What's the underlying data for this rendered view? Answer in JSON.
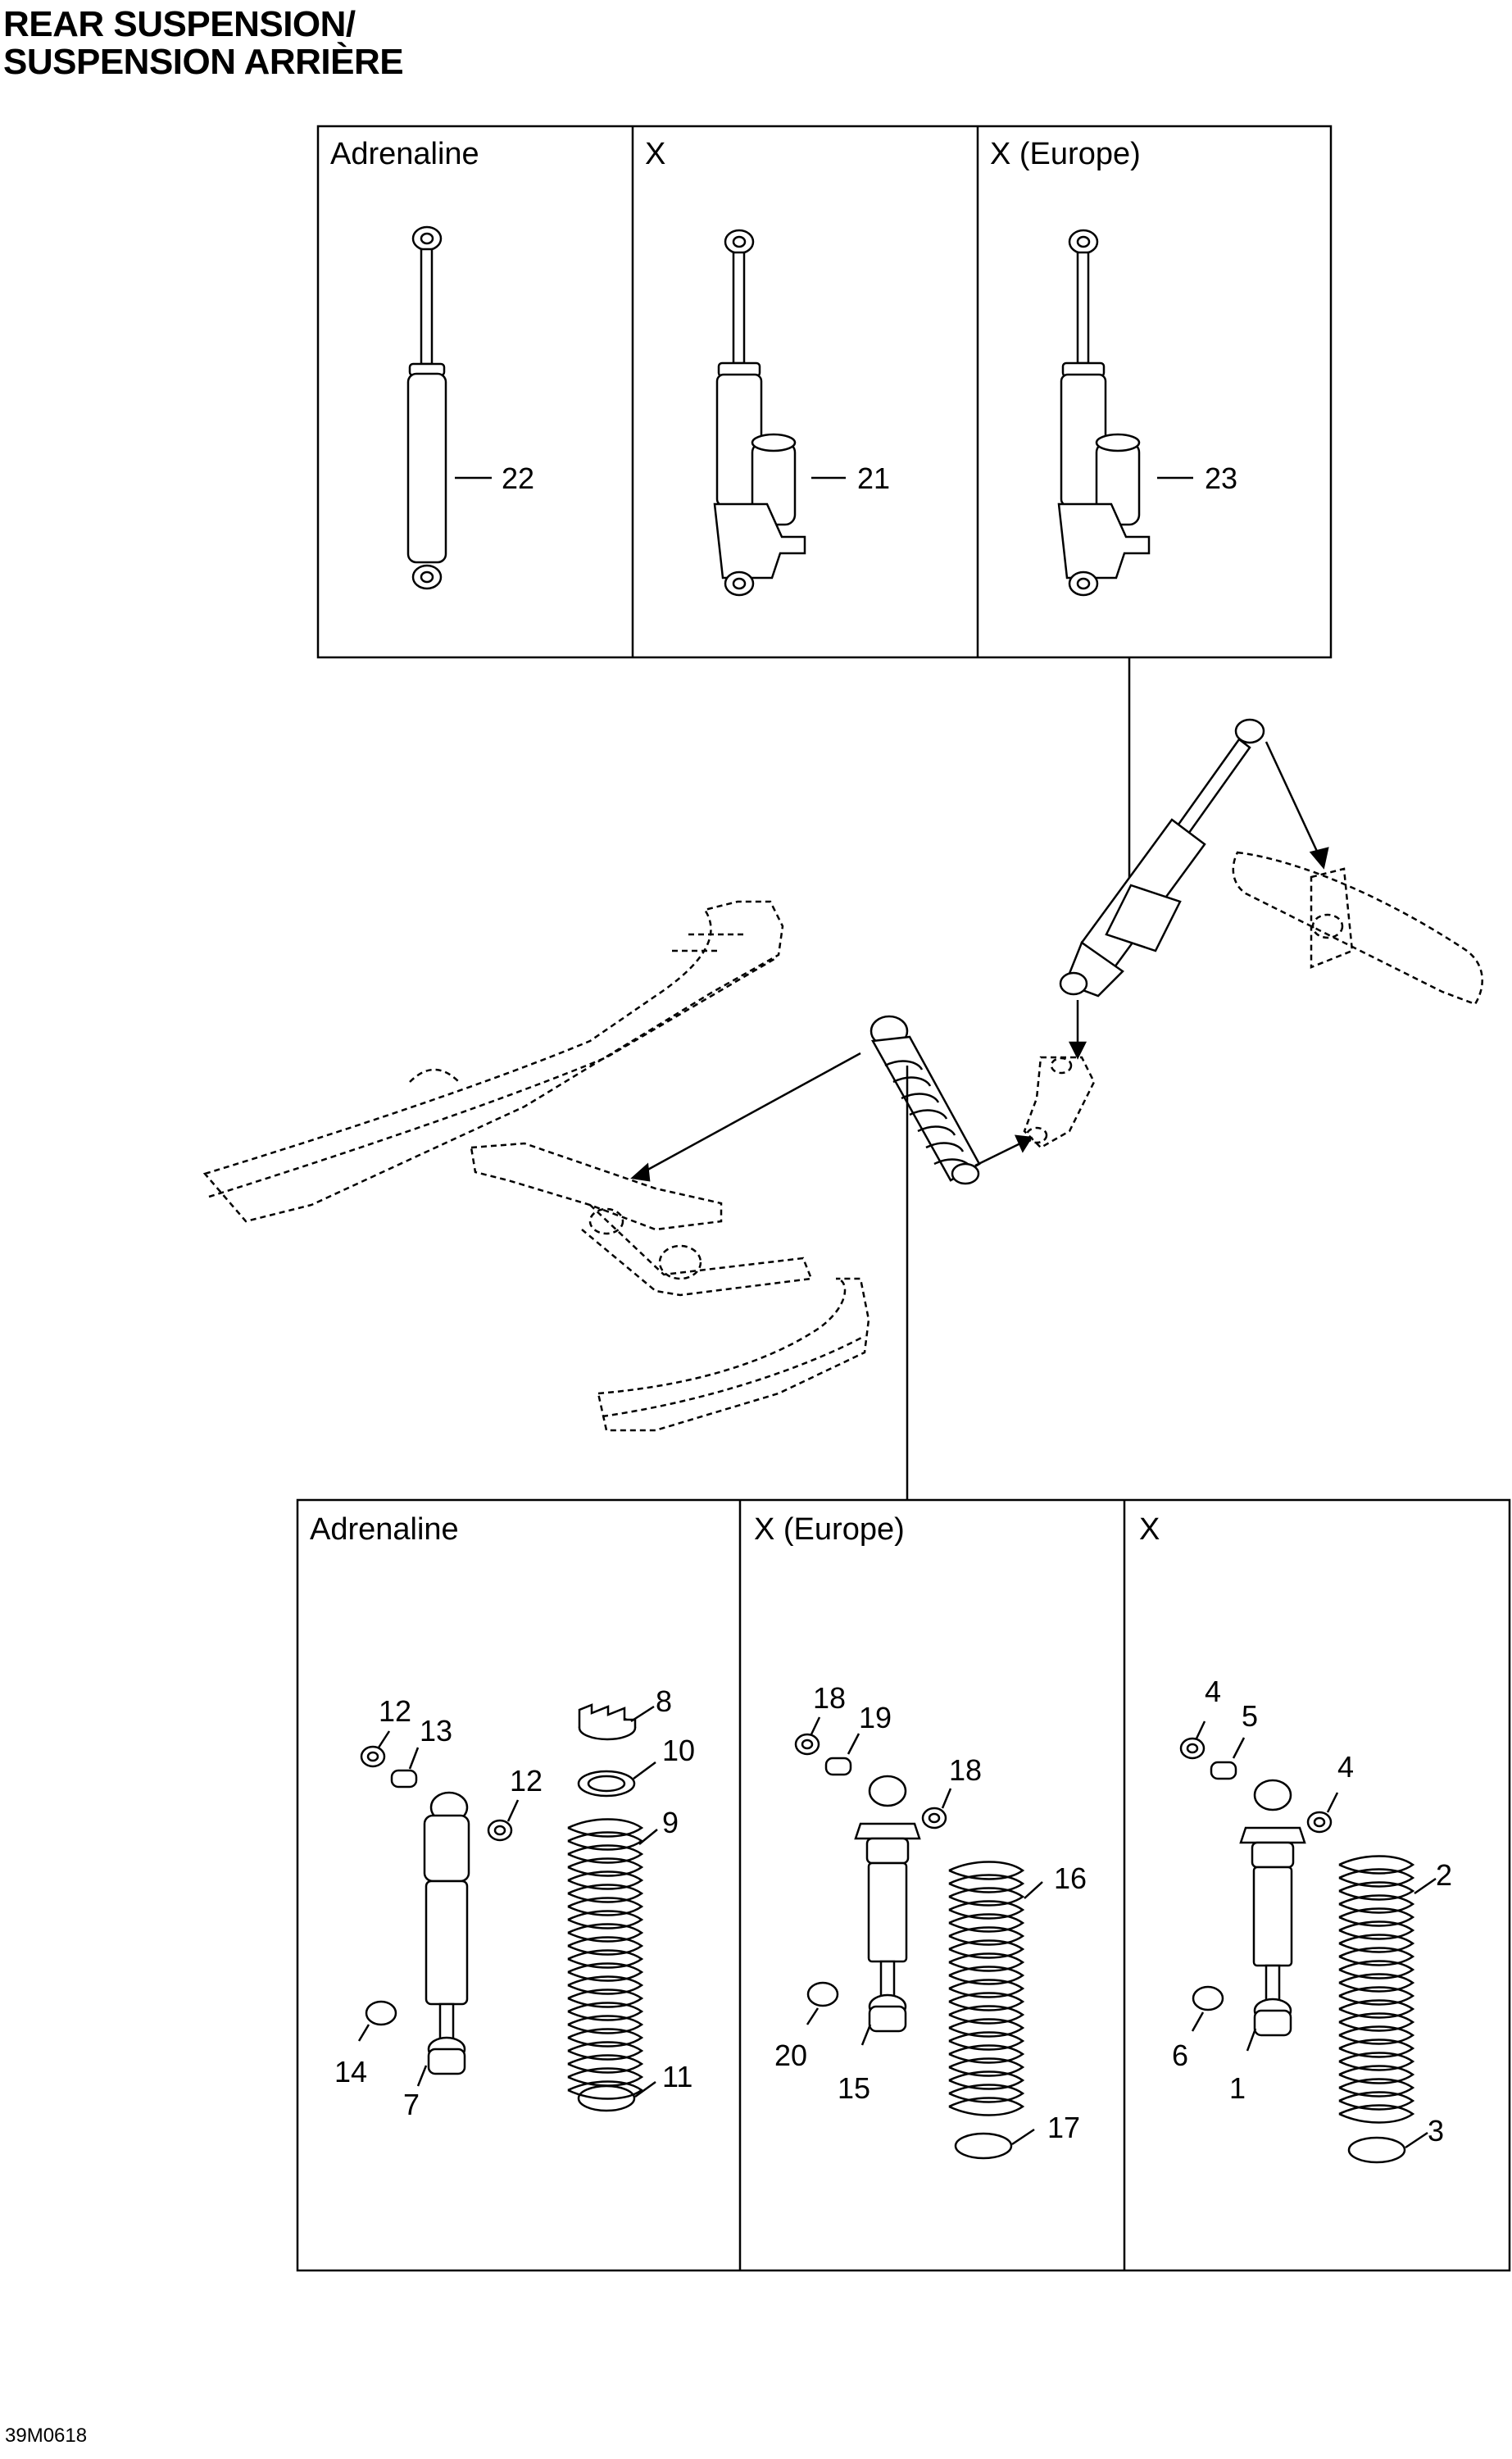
{
  "title": {
    "line1": "REAR SUSPENSION/",
    "line2": "SUSPENSION ARRIÈRE"
  },
  "reference": "39M0618",
  "top_panels": [
    {
      "label": "Adrenaline",
      "callouts": [
        "22"
      ]
    },
    {
      "label": "X",
      "callouts": [
        "21"
      ]
    },
    {
      "label": "X (Europe)",
      "callouts": [
        "23"
      ]
    }
  ],
  "bottom_panels": [
    {
      "label": "Adrenaline",
      "callouts": [
        "12",
        "13",
        "12",
        "8",
        "10",
        "9",
        "14",
        "7",
        "11"
      ]
    },
    {
      "label": "X (Europe)",
      "callouts": [
        "18",
        "19",
        "18",
        "16",
        "20",
        "15",
        "17"
      ]
    },
    {
      "label": "X",
      "callouts": [
        "4",
        "5",
        "4",
        "2",
        "6",
        "1",
        "3"
      ]
    }
  ]
}
